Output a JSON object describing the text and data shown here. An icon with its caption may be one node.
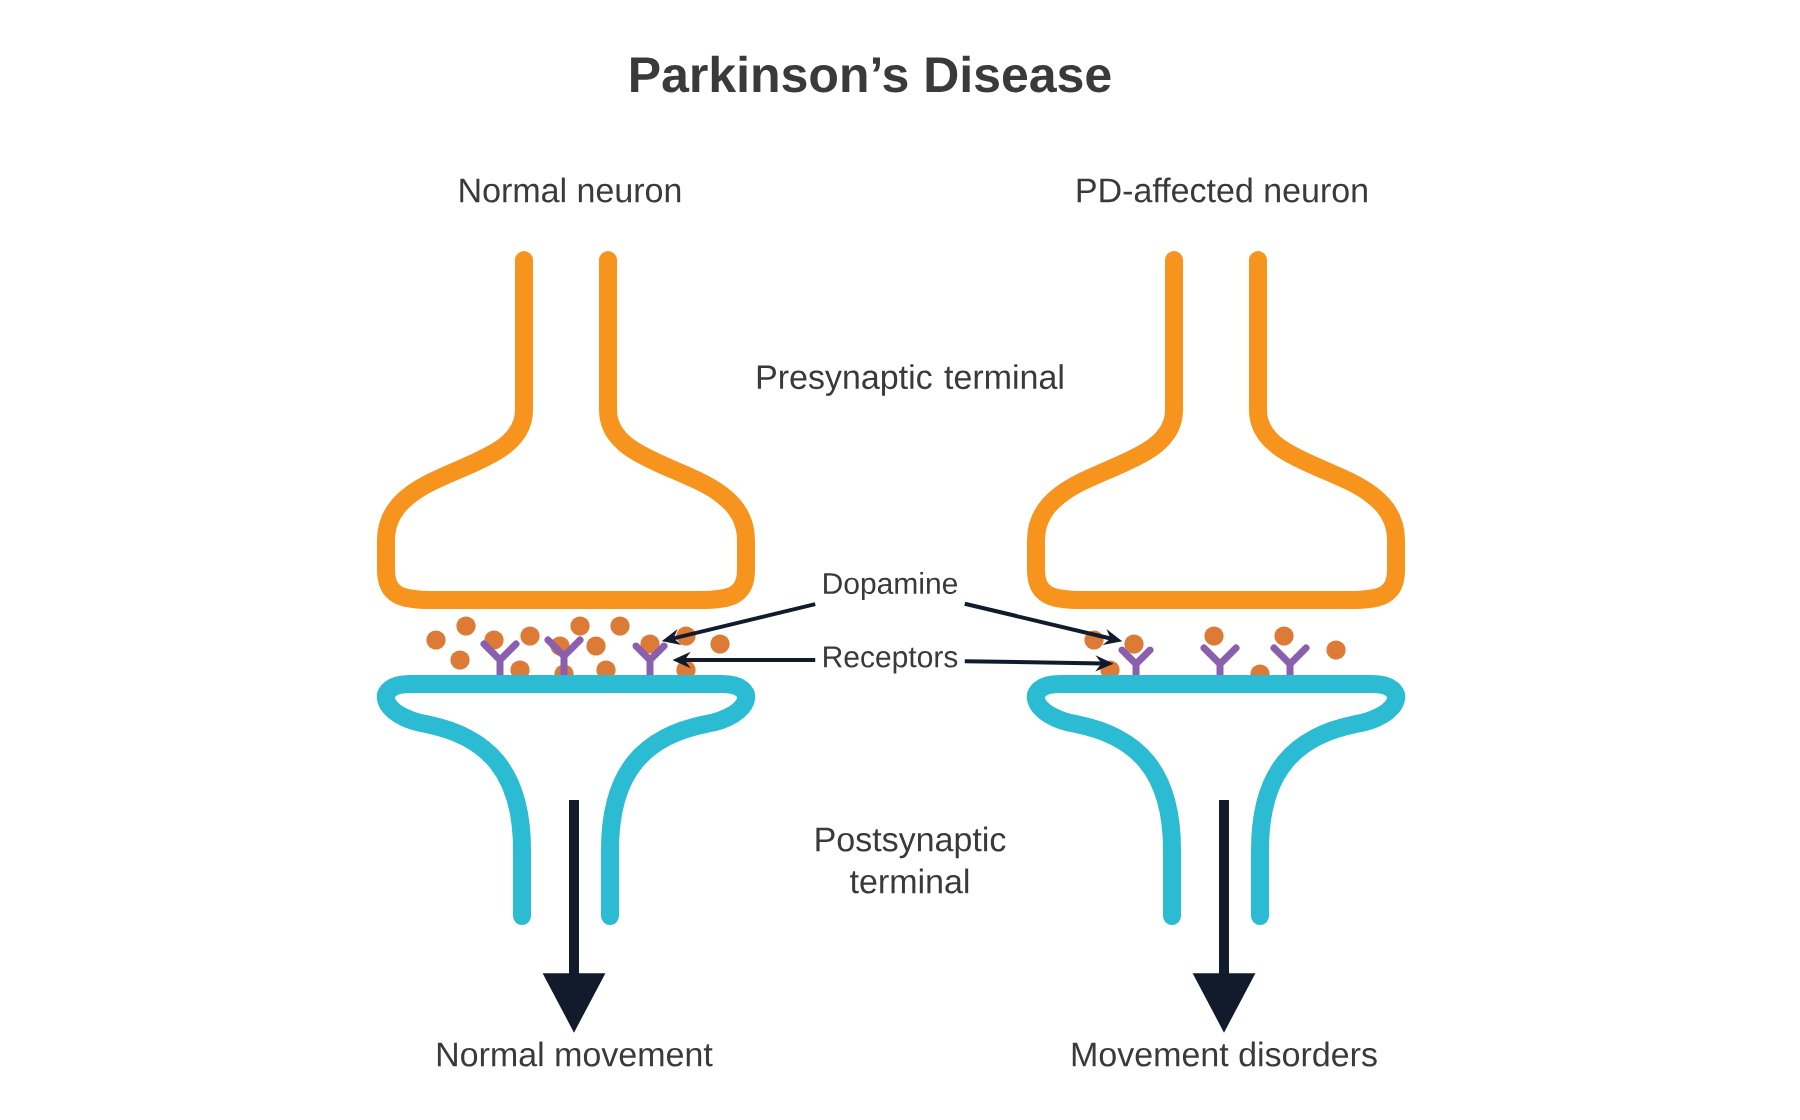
{
  "diagram": {
    "title": "Parkinson’s Disease",
    "nodes": [
      {
        "text": [
          "Dopamine"
        ]
      },
      {
        "text": [
          "Receptors"
        ]
      },
      {
        "text": [],
        "shape": "circle"
      },
      {
        "text": [],
        "shape": "circle"
      },
      {
        "text": [],
        "shape": "picture"
      },
      {
        "text": [],
        "shape": "picture"
      },
      {
        "text": [],
        "shape": "picture"
      },
      {
        "text": [],
        "shape": "picture"
      },
      {
        "text": [
          "Normal movement"
        ]
      },
      {
        "text": [
          "Movement disorders"
        ]
      }
    ],
    "edges": [
      {
        "from": 0,
        "to": 2,
        "arrow": "to"
      },
      {
        "from": 0,
        "to": 3,
        "arrow": "to"
      },
      {
        "from": 1,
        "to": 4,
        "arrow": "to"
      },
      {
        "from": 1,
        "to": 5,
        "arrow": "to"
      },
      {
        "from": 6,
        "to": 8,
        "arrow": "to",
        "style": "thick"
      },
      {
        "from": 7,
        "to": 9,
        "arrow": "to",
        "style": "thick"
      }
    ],
    "labels": [
      "Normal neuron",
      "PD-affected neuron",
      "Presynaptic terminal",
      "Postsynaptic terminal"
    ]
  }
}
